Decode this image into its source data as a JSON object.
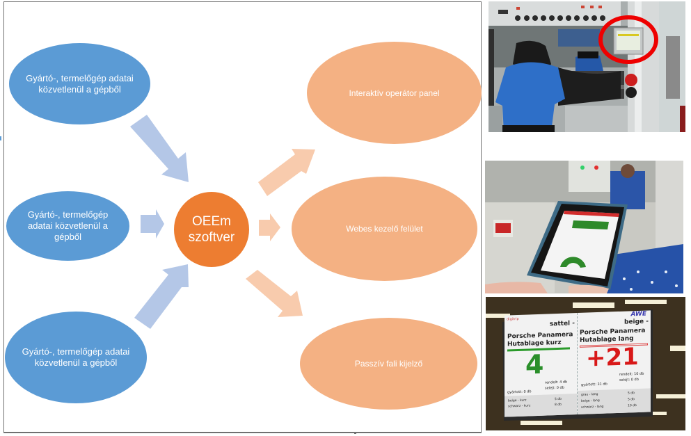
{
  "diagram": {
    "sources": [
      {
        "label": "Gyártó-, termelőgép adatai közvetlenül a gépből"
      },
      {
        "label": "Gyártó-, termelőgép adatai közvetlenül a gépből"
      },
      {
        "label": "Gyártó-, termelőgép adatai közvetlenül a gépből"
      }
    ],
    "hub": {
      "line1": "OEEm",
      "line2": "szoftver"
    },
    "targets": [
      {
        "label": "Interaktív operátor panel"
      },
      {
        "label": "Webes kezelő felület"
      },
      {
        "label": "Passzív fali kijelző"
      }
    ],
    "colors": {
      "source": "#5b9bd5",
      "source_arrow": "#b4c7e7",
      "hub": "#ed7d31",
      "target": "#f4b183",
      "target_arrow": "#f8cbad"
    }
  },
  "photos": {
    "operator_panel": {
      "description": "Worker at machine with touch panel circled in red"
    },
    "tablet": {
      "description": "Tablet showing web dashboard with green bar and gauge"
    },
    "wall_display": {
      "left": {
        "brand": "digitrip",
        "color_tag": "sattel -",
        "title_line1": "Porsche Panamera",
        "title_line2": "Hutablage kurz",
        "big_number": "4",
        "ordered": "rendelt: 4 db",
        "scrap": "selejt: 0 db",
        "produced": "gyártott: 0 db",
        "list": [
          {
            "name": "beige - kurz",
            "qty": "5 db"
          },
          {
            "name": "schwarz - kurz",
            "qty": "8 db"
          }
        ]
      },
      "right": {
        "brand": "AWE",
        "color_tag": "beige -",
        "title_line1": "Porsche Panamera",
        "title_line2": "Hutablage lang",
        "big_number": "+21",
        "ordered": "rendelt: 10 db",
        "scrap": "selejt: 0 db",
        "produced": "gyártott: 31 db",
        "list": [
          {
            "name": "grau - lang",
            "qty": "5 db"
          },
          {
            "name": "beige - lang",
            "qty": "5 db"
          },
          {
            "name": "schwarz - lang",
            "qty": "10 db"
          }
        ]
      }
    }
  }
}
